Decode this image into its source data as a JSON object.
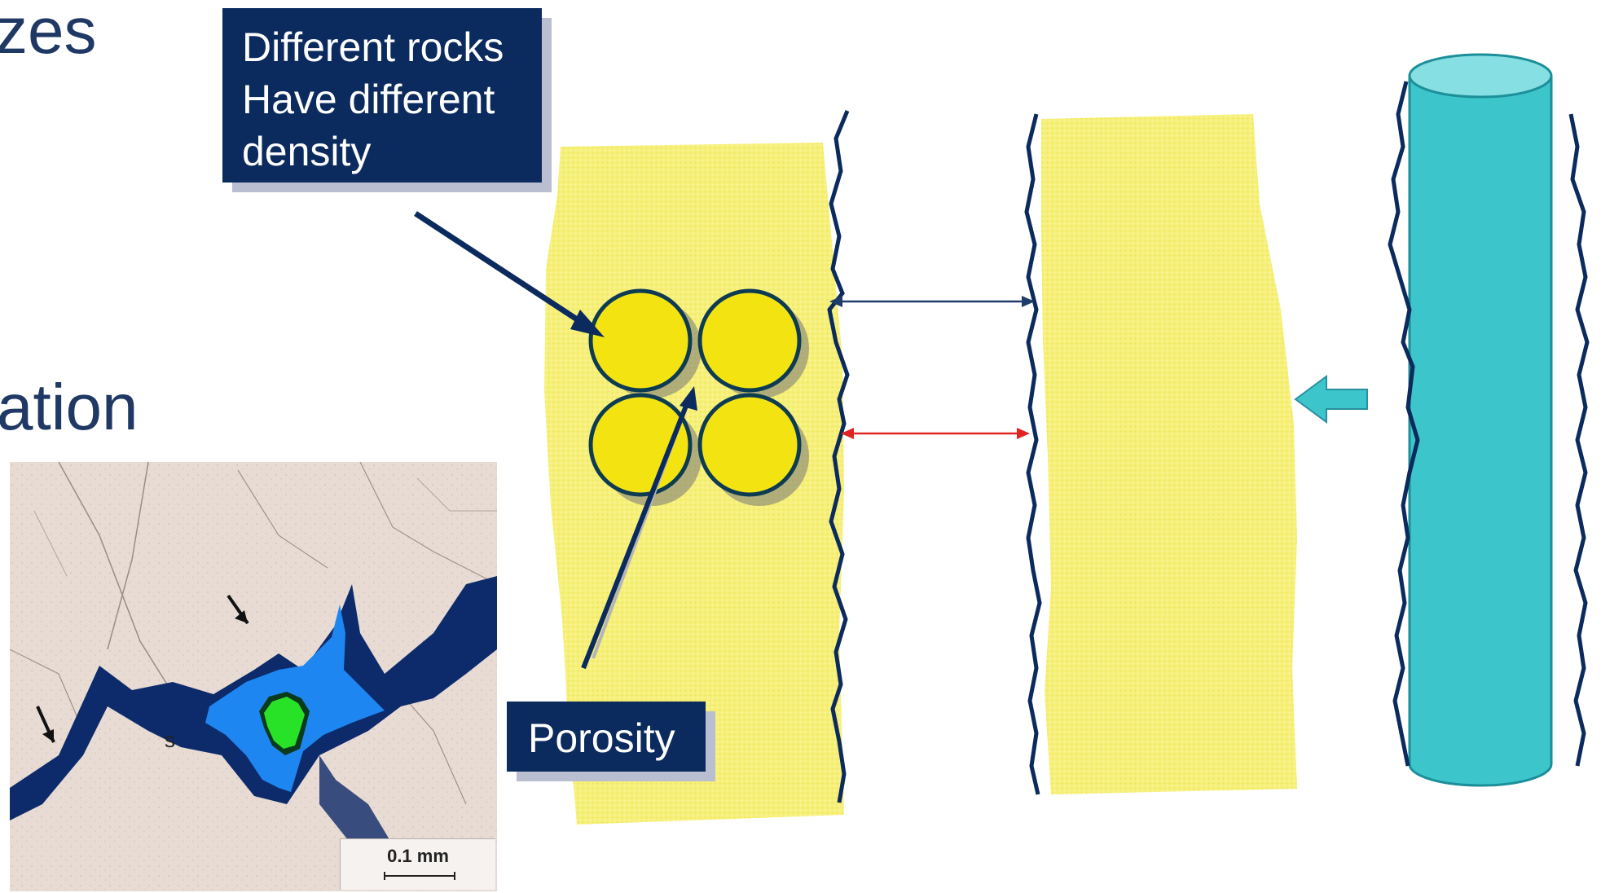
{
  "slide": {
    "fragment_top": "zes",
    "fragment_middle": "ation"
  },
  "callouts": {
    "density": {
      "lines": [
        "Different rocks",
        "Have different",
        "density"
      ]
    },
    "porosity": "Porosity"
  },
  "thin_section": {
    "grain_label": "s",
    "scale_label": "0.1 mm"
  },
  "colors": {
    "callout_bg": "#0b2a5e",
    "callout_shadow": "#b9bfd1",
    "sand": "#f6f07a",
    "grain": "#f3e411",
    "borehole_wall": "#0b2a5e",
    "arrow_blue": "#1f3d6b",
    "arrow_red": "#e02424",
    "cylinder": "#3cc6cc",
    "cylinder_top": "#86dfe2",
    "pore_blue": "#1e86f0",
    "pore_dark": "#0d2b6b",
    "oil_green": "#28e228"
  }
}
